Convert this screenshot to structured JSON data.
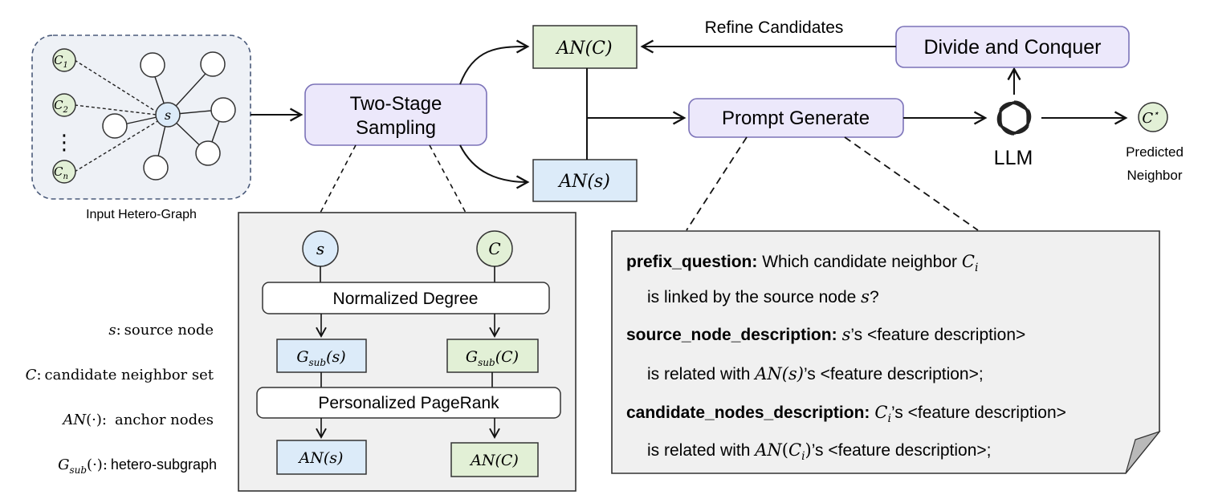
{
  "colors": {
    "purple_fill": "#ece8fb",
    "purple_stroke": "#7b72b8",
    "green_fill": "#e2f0d6",
    "blue_fill": "#dcebf9",
    "grey_fill": "#f0f0f0",
    "fold": "#b9b9b9",
    "line": "#111111",
    "graph_border": "#4a5a7a",
    "node_stroke": "#333333"
  },
  "input_graph": {
    "label": "Input Hetero-Graph",
    "center_node": "s",
    "candidate_nodes": [
      {
        "base": "C",
        "sub": "1"
      },
      {
        "base": "C",
        "sub": "2"
      },
      {
        "base": "C",
        "sub": "n"
      }
    ],
    "ellipsis": "⋮"
  },
  "two_stage": {
    "line1": "Two-Stage",
    "line2": "Sampling"
  },
  "an_c_box": {
    "base": "AN",
    "arg": "(C)"
  },
  "an_s_box": {
    "base": "AN",
    "arg": "(s)"
  },
  "refine_label": "Refine Candidates",
  "divide_box": "Divide and Conquer",
  "prompt_box": "Prompt Generate",
  "llm": {
    "icon": "openai-logo-icon",
    "label": "LLM"
  },
  "output": {
    "symbol": "C",
    "sup": "⋆",
    "label_line1": "Predicted",
    "label_line2": "Neighbor"
  },
  "legend": [
    {
      "sym_main": "s",
      "sym_sub": "",
      "sym_arg": "",
      "colon": ":",
      "text": "source node"
    },
    {
      "sym_main": "C",
      "sym_sub": "",
      "sym_arg": "",
      "colon": ":",
      "text": "candidate neighbor set"
    },
    {
      "sym_main": "AN",
      "sym_sub": "",
      "sym_arg": "(·)",
      "colon": ":",
      "text": "anchor nodes"
    },
    {
      "sym_main": "G",
      "sym_sub": "sub",
      "sym_arg": "(·)",
      "colon": ":",
      "text": "hetero-subgraph"
    }
  ],
  "sampling_panel": {
    "s_node": "s",
    "c_node": "C",
    "normalized_degree": "Normalized Degree",
    "g_sub_s": {
      "base": "G",
      "sub": "sub",
      "arg": "(s)"
    },
    "g_sub_c": {
      "base": "G",
      "sub": "sub",
      "arg": "(C)"
    },
    "ppr": "Personalized PageRank",
    "an_s": {
      "base": "AN",
      "arg": "(s)"
    },
    "an_c": {
      "base": "AN",
      "arg": "(C)"
    }
  },
  "prompt_panel": {
    "line1_key": "prefix_question:",
    "line1_text": " Which candidate neighbor ",
    "line1_sym": "C",
    "line1_sub": "i",
    "line2_text": "is linked by the source node ",
    "line2_sym": "s",
    "line2_end": "?",
    "line3_key": "source_node_description:",
    "line3_sym": "s",
    "line3_text": "’s <feature description>",
    "line4_pre": "is related with ",
    "line4_sym": "AN",
    "line4_arg": "(s)",
    "line4_post": "’s <feature description>;",
    "line5_key": "candidate_nodes_description:",
    "line5_sym": "C",
    "line5_sub": "i",
    "line5_text": "’s <feature description>",
    "line6_pre": "is related with ",
    "line6_sym": "AN",
    "line6_arg_open": "(",
    "line6_arg_sym": "C",
    "line6_arg_sub": "i",
    "line6_arg_close": ")",
    "line6_post": "’s <feature description>;"
  }
}
